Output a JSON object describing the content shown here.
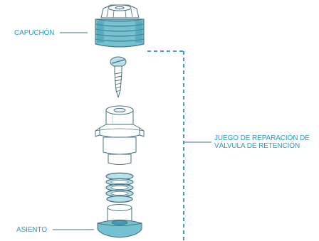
{
  "labels": {
    "cap": "CAPUCHÓN",
    "seat": "ASIENTO",
    "kit_line1": "JUEGO DE REPARACIÓN DE",
    "kit_line2": "VÁLVULA DE RETENCIÓN"
  },
  "colors": {
    "teal_dark": "#3f9bb3",
    "teal_mid": "#74c1d2",
    "teal_light": "#b9e1ea",
    "teal_pale": "#e6f4f7",
    "outline": "#47707c",
    "label": "#2a9bbd"
  },
  "icons": {
    "cap": "cap-part",
    "screw": "screw-part",
    "valve_body": "valve-body-part",
    "spring": "spring-part",
    "seat": "seat-part"
  }
}
